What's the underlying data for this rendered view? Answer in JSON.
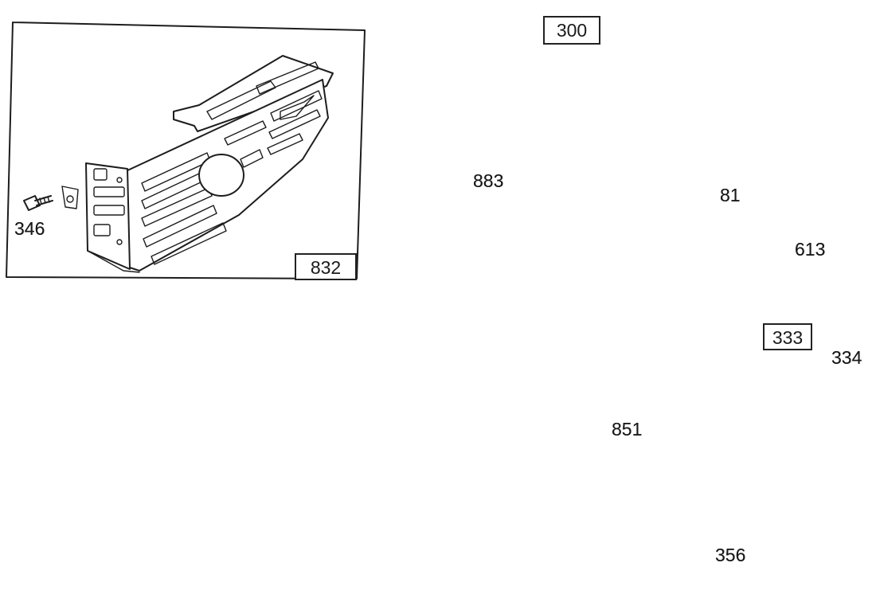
{
  "diagram": {
    "callouts": {
      "p832": "832",
      "p346": "346",
      "p883": "883",
      "p300": "300",
      "p81": "81",
      "p613": "613",
      "p333": "333",
      "p334": "334",
      "p851": "851",
      "p356": "356"
    }
  }
}
